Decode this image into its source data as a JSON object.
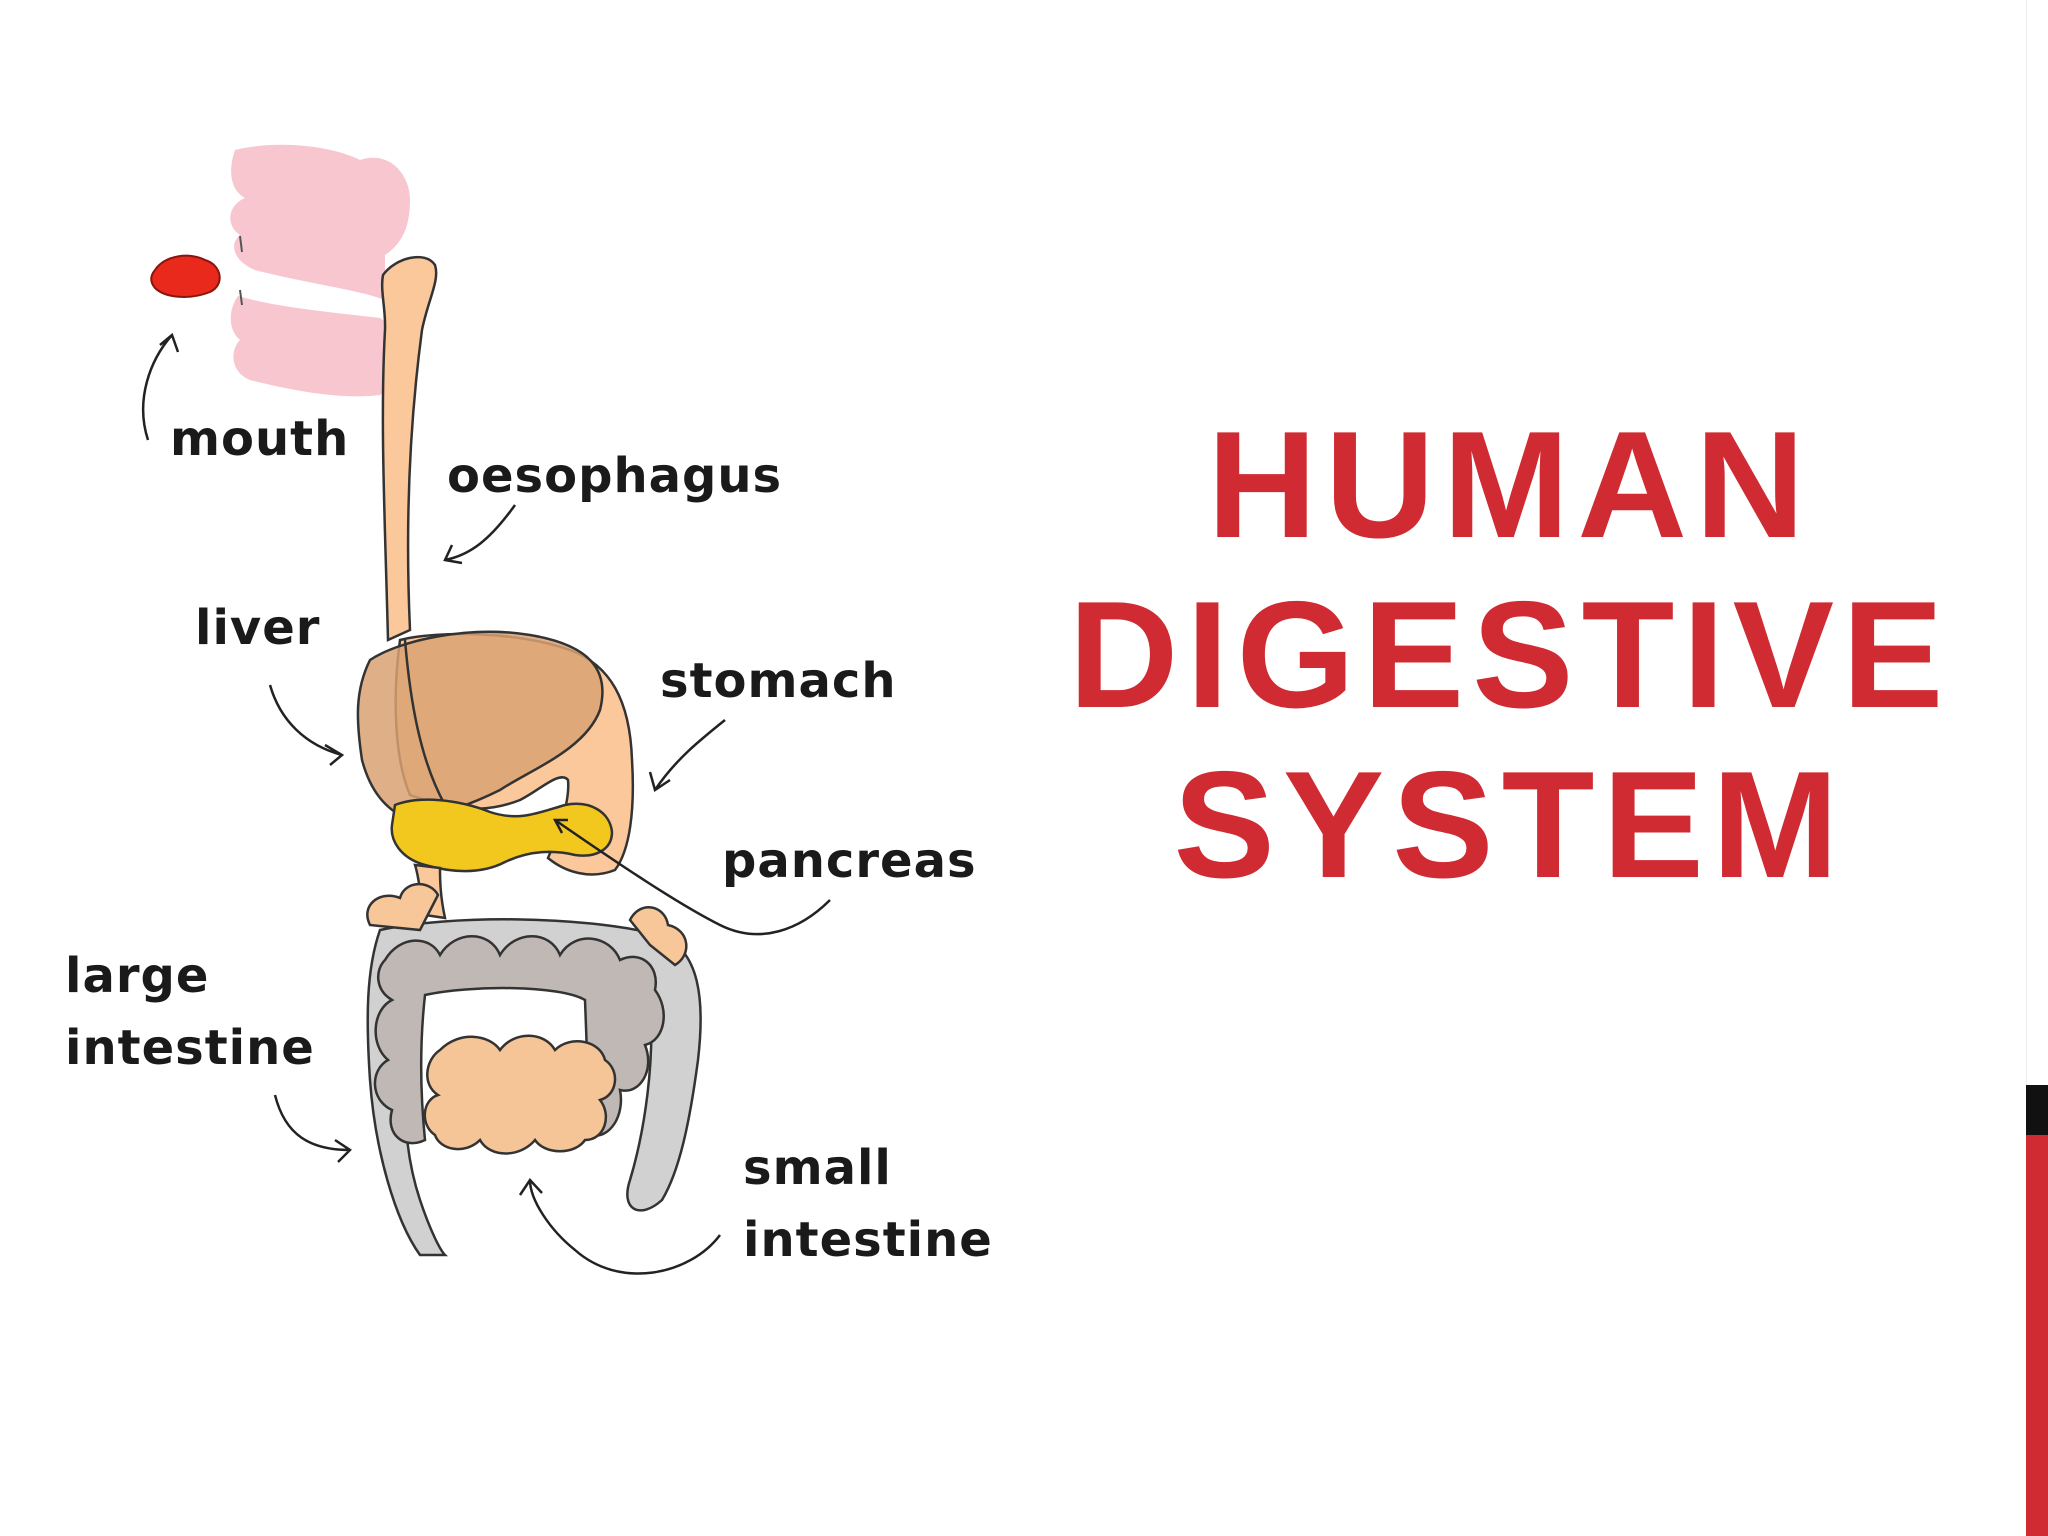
{
  "labels": {
    "mouth": "mouth",
    "oesophagus": "oesophagus",
    "liver": "liver",
    "stomach": "stomach",
    "pancreas": "pancreas",
    "large_intestine": "large\nintestine",
    "small_intestine": "small\nintestine"
  },
  "title": {
    "line1": "HUMAN",
    "line2": "DIGESTIVE",
    "line3": "SYSTEM"
  },
  "colors": {
    "title": "#d02a32",
    "tongue": "#e8291c",
    "mouth_pink": "#f7c6cf",
    "tube": "#fbc89c",
    "liver": "#d9a272",
    "pancreas": "#f2c81f",
    "large_intestine": "#bfb8b4",
    "small_intestine": "#f5c597",
    "outer_gray": "#d1d1d1",
    "accent_black": "#111111",
    "accent_red": "#d02a32"
  }
}
